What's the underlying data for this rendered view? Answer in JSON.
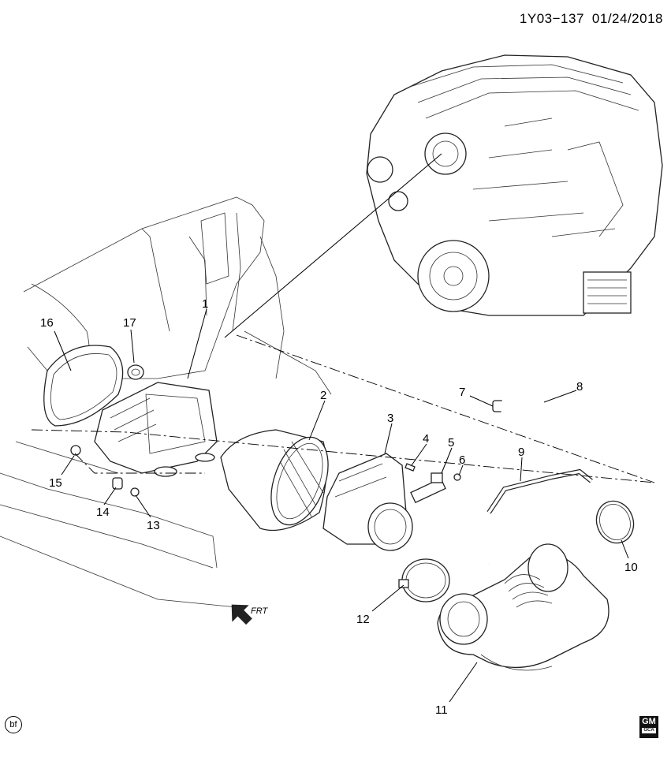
{
  "header": {
    "diagram_code": "1Y03−137",
    "date": "01/24/2018"
  },
  "front_indicator": "FRT",
  "corner_badge": "bf",
  "logo": {
    "top": "GM",
    "bottom": "GCA"
  },
  "callouts": [
    {
      "id": "1",
      "label": "1"
    },
    {
      "id": "2",
      "label": "2"
    },
    {
      "id": "3",
      "label": "3"
    },
    {
      "id": "4",
      "label": "4"
    },
    {
      "id": "5",
      "label": "5"
    },
    {
      "id": "6",
      "label": "6"
    },
    {
      "id": "7",
      "label": "7"
    },
    {
      "id": "8",
      "label": "8"
    },
    {
      "id": "9",
      "label": "9"
    },
    {
      "id": "10",
      "label": "10"
    },
    {
      "id": "11",
      "label": "11"
    },
    {
      "id": "12",
      "label": "12"
    },
    {
      "id": "13",
      "label": "13"
    },
    {
      "id": "14",
      "label": "14"
    },
    {
      "id": "15",
      "label": "15"
    },
    {
      "id": "16",
      "label": "16"
    },
    {
      "id": "17",
      "label": "17"
    }
  ]
}
